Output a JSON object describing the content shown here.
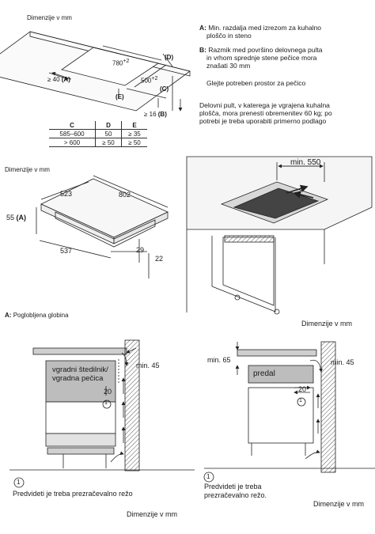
{
  "top": {
    "title": "Dimenzije v mm",
    "cutout_w": "780",
    "cutout_w_tol": "+2",
    "cutout_d": "500",
    "cutout_d_tol": "+2",
    "ge40": "≥ 40",
    "label_a": "(A)",
    "label_b": "(B)",
    "label_c": "(C)",
    "label_d": "(D)",
    "label_e": "(E)",
    "ge16": "≥ 16"
  },
  "legend": [
    {
      "key": "A:",
      "lines": [
        "Min. razdalja med izrezom za kuhalno",
        "ploščo in steno"
      ]
    },
    {
      "key": "B:",
      "lines": [
        "Razmik med površino delovnega pulta",
        "in vrhom sprednje stene pečice mora",
        "znašati 30 mm"
      ]
    },
    {
      "key": "",
      "lines": [
        "Glejte potreben prostor za pečico"
      ]
    },
    {
      "key": "",
      "lines": [
        "Delovni pult, v katerega je vgrajena kuhalna",
        "plošča, mora prenesti obremenitev 60 kg; po",
        "potrebi je treba uporabiti primerno podlago"
      ]
    }
  ],
  "table": {
    "headers": [
      "C",
      "D",
      "E"
    ],
    "rows": [
      [
        "585–600",
        "50",
        "≥ 35"
      ],
      [
        "> 600",
        "≥ 50",
        "≥ 50"
      ]
    ]
  },
  "hob": {
    "title": "Dimenzije v mm",
    "w": "802",
    "d": "523",
    "h": "55",
    "h_key": "(A)",
    "front": "537",
    "d29": "29",
    "d22": "22",
    "note_key": "A:",
    "note": "Poglobljena globina"
  },
  "install": {
    "min550": "min. 550",
    "caption": "Dimenzije v mm"
  },
  "oven_left": {
    "label_line1": "vgradni štedilnik/",
    "label_line2": "vgradna pečica",
    "min45": "min. 45",
    "d20": "20",
    "circle": "1",
    "footnote_circle": "1",
    "footnote": "Predvideti je treba prezračevalno režo",
    "caption": "Dimenzije v mm"
  },
  "oven_right": {
    "min65": "min. 65",
    "min45": "min. 45",
    "drawer": "predal",
    "d20": "20",
    "circle": "1",
    "footnote_circle": "1",
    "footnote_line1": "Predvideti je treba",
    "footnote_line2": "prezračevalno režo.",
    "caption": "Dimenzije v mm"
  }
}
